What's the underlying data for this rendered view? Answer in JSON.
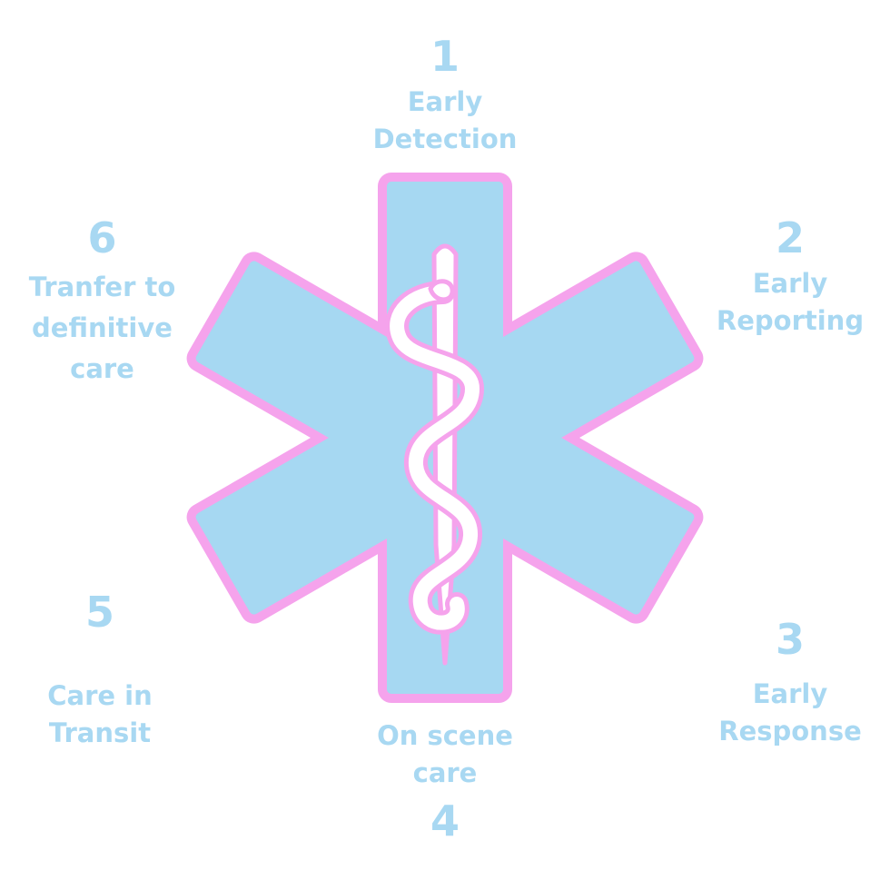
{
  "steps": [
    {
      "number": "1",
      "label_lines": [
        "Early",
        "Detection"
      ]
    },
    {
      "number": "2",
      "label_lines": [
        "Early",
        "Reporting"
      ]
    },
    {
      "number": "3",
      "label_lines": [
        "Early",
        "Response"
      ]
    },
    {
      "number": "4",
      "label_lines": [
        "On scene",
        "care"
      ]
    },
    {
      "number": "5",
      "label_lines": [
        "Care in",
        "Transit"
      ]
    },
    {
      "number": "6",
      "label_lines": [
        "Tranfer to",
        "definitive",
        "care"
      ]
    }
  ],
  "colors": {
    "text": "#a8d8f2",
    "star_fill": "#a6d8f2",
    "star_outline": "#f5a3ec",
    "staff_fill": "#ffffff"
  },
  "icons": [
    "star-of-life-icon",
    "rod-of-asclepius-icon"
  ]
}
